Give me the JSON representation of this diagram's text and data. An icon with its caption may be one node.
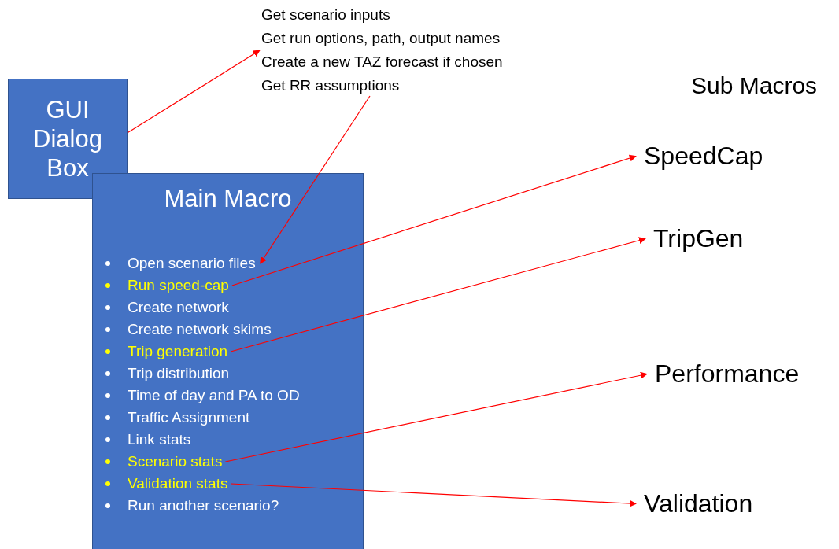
{
  "diagram": {
    "nodes": [
      {
        "text": [
          "GUI Dialog Box"
        ]
      },
      {
        "text": [
          "Get scenario inputs",
          "Get run options, path, output names",
          "Create a new TAZ forecast if chosen",
          "Get RR assumptions"
        ]
      },
      {
        "text": [
          "Main Macro"
        ]
      },
      {
        "text": [
          "Open scenario files"
        ],
        "in": 2
      },
      {
        "text": [
          "Run speed-cap"
        ],
        "in": 2
      },
      {
        "text": [
          "Create network"
        ],
        "in": 2
      },
      {
        "text": [
          "Create network skims"
        ],
        "in": 2
      },
      {
        "text": [
          "Trip generation"
        ],
        "in": 2
      },
      {
        "text": [
          "Trip distribution"
        ],
        "in": 2
      },
      {
        "text": [
          "Time of day and PA to OD"
        ],
        "in": 2
      },
      {
        "text": [
          "Traffic Assignment"
        ],
        "in": 2
      },
      {
        "text": [
          "Link stats"
        ],
        "in": 2
      },
      {
        "text": [
          "Scenario stats"
        ],
        "in": 2
      },
      {
        "text": [
          "Validation stats"
        ],
        "in": 2
      },
      {
        "text": [
          "Run another scenario?"
        ],
        "in": 2
      },
      {
        "text": [
          "SpeedCap"
        ]
      },
      {
        "text": [
          "TripGen"
        ]
      },
      {
        "text": [
          "Performance"
        ]
      },
      {
        "text": [
          "Validation"
        ]
      }
    ],
    "edges": [
      {
        "from": 0,
        "to": 1,
        "arrow": "to"
      },
      {
        "from": 1,
        "to": 3,
        "arrow": "to"
      },
      {
        "from": 4,
        "to": 15,
        "arrow": "to"
      },
      {
        "from": 7,
        "to": 16,
        "arrow": "to"
      },
      {
        "from": 12,
        "to": 17,
        "arrow": "to"
      },
      {
        "from": 13,
        "to": 18,
        "arrow": "to"
      }
    ],
    "labels": [
      "Sub Macros"
    ]
  }
}
